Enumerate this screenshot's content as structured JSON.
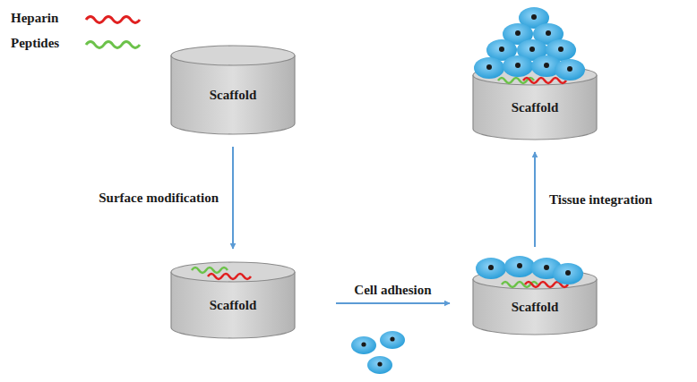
{
  "diagram": {
    "nodes": [
      {
        "text": [
          "Scaffold"
        ]
      },
      {
        "text": [
          "Scaffold"
        ]
      },
      {
        "text": [
          "Scaffold"
        ]
      },
      {
        "text": [
          "Scaffold"
        ]
      }
    ],
    "edges": [
      {
        "from": 0,
        "to": 1,
        "label": "Surface modification",
        "arrow": "to"
      },
      {
        "from": 1,
        "to": 2,
        "label": "Cell adhesion",
        "arrow": "to"
      },
      {
        "from": 2,
        "to": 3,
        "label": "Tissue integration",
        "arrow": "to"
      }
    ],
    "legend": [
      {
        "text": "Heparin"
      },
      {
        "text": "Peptides"
      }
    ]
  }
}
